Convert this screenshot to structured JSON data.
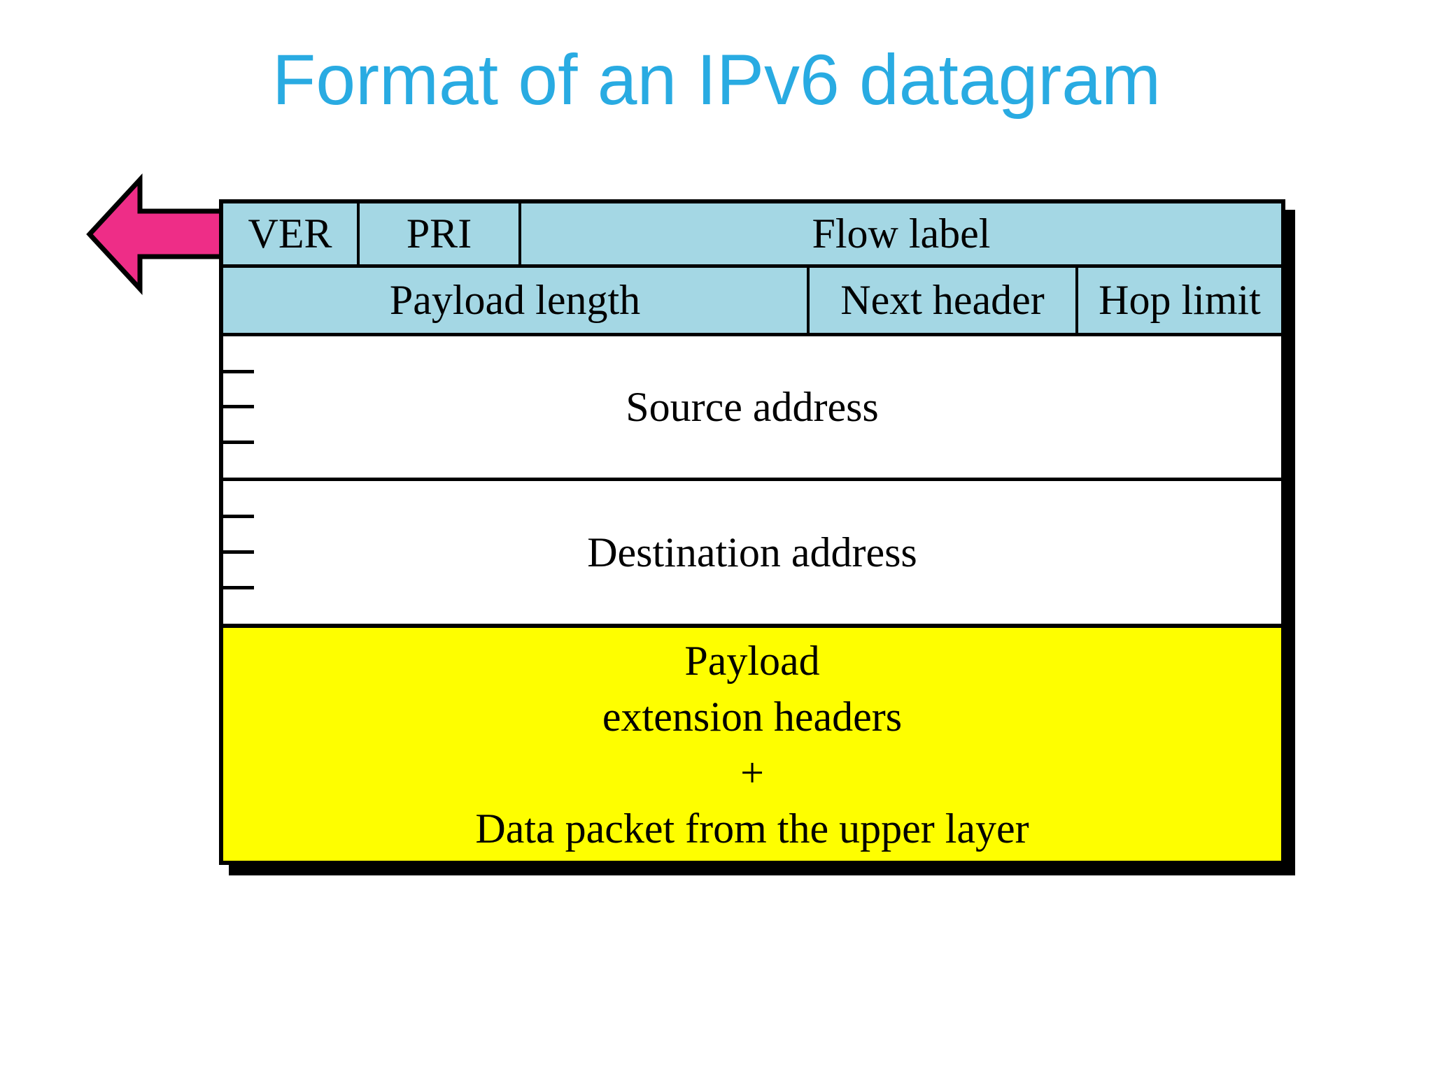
{
  "slide": {
    "title": "Format of an IPv6 datagram"
  },
  "diagram": {
    "arrow_icon": "left-arrow",
    "row1": {
      "ver": "VER",
      "pri": "PRI",
      "flow_label": "Flow label"
    },
    "row2": {
      "payload_length": "Payload length",
      "next_header": "Next header",
      "hop_limit": "Hop limit"
    },
    "source_address": "Source address",
    "destination_address": "Destination address",
    "payload": {
      "line1": "Payload",
      "line2": "extension headers",
      "line3": "+",
      "line4": "Data packet from the upper layer"
    }
  },
  "colors": {
    "title_text": "#29abe2",
    "header_cell_fill": "#a4d7e4",
    "payload_fill": "#fefe00",
    "arrow_fill": "#ee2d87",
    "line": "#000000",
    "background": "#ffffff"
  }
}
